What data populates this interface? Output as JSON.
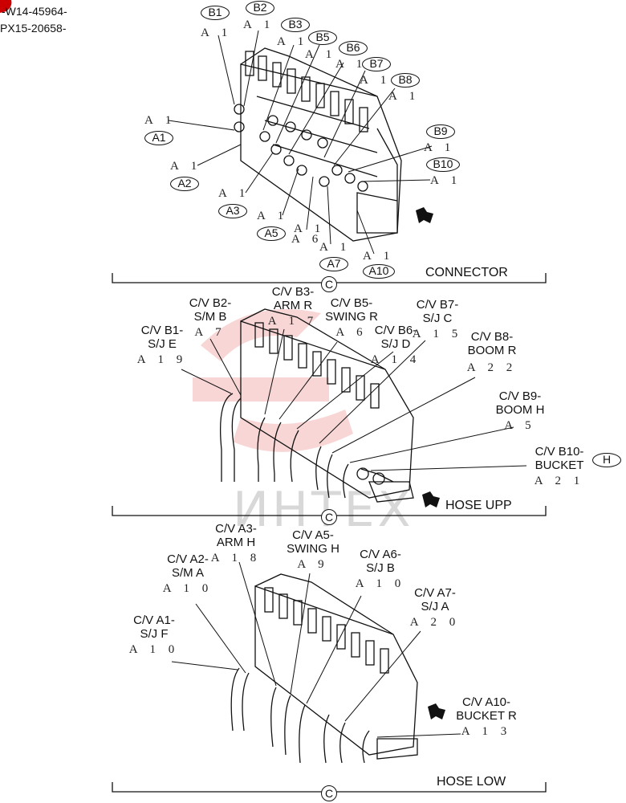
{
  "header": {
    "serial_1": "-W14-45964-",
    "serial_2": "PX15-20658-"
  },
  "watermark": "ИНТЕХ",
  "section_top": {
    "caption": "CONNECTOR",
    "marker": "C",
    "b_tags": [
      "B1",
      "B2",
      "B3",
      "B5",
      "B6",
      "B7",
      "B8",
      "B9",
      "B10"
    ],
    "a_tags": [
      "A1",
      "A2",
      "A3",
      "A5",
      "A7",
      "A10"
    ],
    "part_code": "A 1",
    "part_code_a6": "A 6"
  },
  "section_mid": {
    "caption": "HOSE UPP",
    "marker": "C",
    "side_marker": "H",
    "labels": [
      {
        "line1": "C/V B1-",
        "line2": "S/J E",
        "code": "A 1 9"
      },
      {
        "line1": "C/V B2-",
        "line2": "S/M B",
        "code": "A 7"
      },
      {
        "line1": "C/V B3-",
        "line2": "ARM R",
        "code": "A 1 7"
      },
      {
        "line1": "C/V B5-",
        "line2": "SWING R",
        "code": "A 6"
      },
      {
        "line1": "C/V B6-",
        "line2": "S/J D",
        "code": "A 1 4"
      },
      {
        "line1": "C/V B7-",
        "line2": "S/J C",
        "code": "A 1 5"
      },
      {
        "line1": "C/V B8-",
        "line2": "BOOM R",
        "code": "A 2 2"
      },
      {
        "line1": "C/V B9-",
        "line2": "BOOM H",
        "code": "A 5"
      },
      {
        "line1": "C/V B10-",
        "line2": "BUCKET",
        "code": "A 2 1"
      }
    ]
  },
  "section_low": {
    "caption": "HOSE LOW",
    "marker": "C",
    "labels": [
      {
        "line1": "C/V A1-",
        "line2": "S/J F",
        "code": "A 1 0"
      },
      {
        "line1": "C/V A2-",
        "line2": "S/M A",
        "code": "A 1 0"
      },
      {
        "line1": "C/V A3-",
        "line2": "ARM H",
        "code": "A 1 8"
      },
      {
        "line1": "C/V A5-",
        "line2": "SWING H",
        "code": "A 9"
      },
      {
        "line1": "C/V A6-",
        "line2": "S/J B",
        "code": "A 1 0"
      },
      {
        "line1": "C/V A7-",
        "line2": "S/J A",
        "code": "A 2 0"
      },
      {
        "line1": "C/V A10-",
        "line2": "BUCKET R",
        "code": "A 1 3"
      }
    ]
  }
}
